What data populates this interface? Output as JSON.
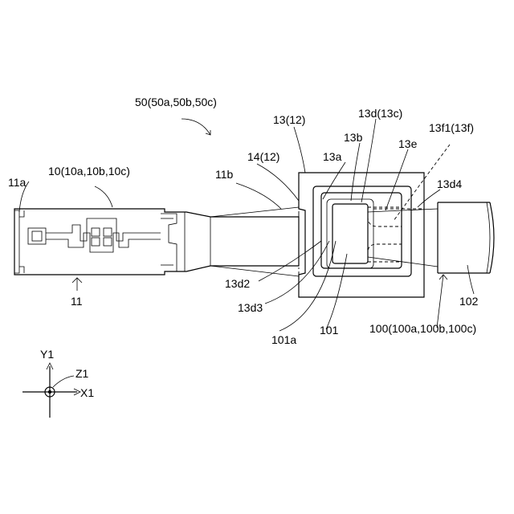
{
  "labels": {
    "assembly": "50(50a,50b,50c)",
    "terminal": "10(10a,10b,10c)",
    "part_11a": "11a",
    "part_11": "11",
    "part_11b": "11b",
    "part_14": "14(12)",
    "part_13": "13(12)",
    "part_13a": "13a",
    "part_13b": "13b",
    "part_13d": "13d(13c)",
    "part_13e": "13e",
    "part_13f1": "13f1(13f)",
    "part_13d4": "13d4",
    "part_13d2": "13d2",
    "part_13d3": "13d3",
    "part_101a": "101a",
    "part_101": "101",
    "part_100": "100(100a,100b,100c)",
    "part_102": "102"
  },
  "axes": {
    "y1": "Y1",
    "z1": "Z1",
    "x1": "X1"
  }
}
